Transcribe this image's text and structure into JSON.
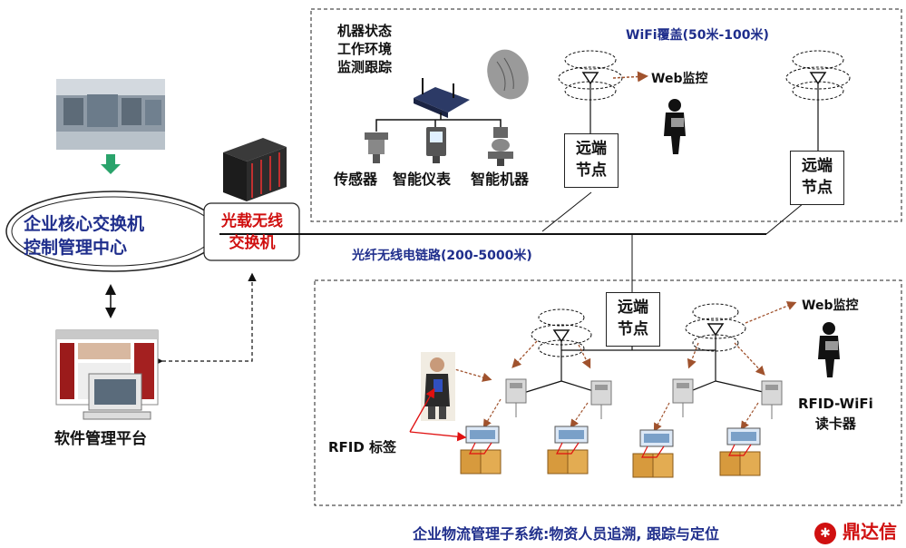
{
  "center": {
    "line1": "企业核心交换机",
    "line2": "控制管理中心"
  },
  "switch": {
    "line1": "光载无线",
    "line2": "交换机"
  },
  "software_platform": "软件管理平台",
  "fiber_link": "光纤无线电链路(200-5000米)",
  "top_system": {
    "monitor_lines": [
      "机器状态",
      "工作环境",
      "监测跟踪"
    ],
    "wifi_coverage": "WiFi覆盖(50米-100米)",
    "web_monitor": "Web监控",
    "devices": [
      "传感器",
      "智能仪表",
      "智能机器"
    ],
    "remote_node": {
      "line1": "远端",
      "line2": "节点"
    }
  },
  "bottom_system": {
    "remote_node": {
      "line1": "远端",
      "line2": "节点"
    },
    "web_monitor": "Web监控",
    "reader_line1": "RFID-WiFi",
    "reader_line2": "读卡器",
    "rfid_tag": "RFID 标签",
    "caption": "企业物流管理子系统:物资人员追溯, 跟踪与定位"
  },
  "watermark": "鼎达信",
  "colors": {
    "accent_blue": "#1f2e8c",
    "accent_red": "#d01010",
    "arrow_brown": "#a0522d",
    "arrow_green": "#2aa36b"
  }
}
